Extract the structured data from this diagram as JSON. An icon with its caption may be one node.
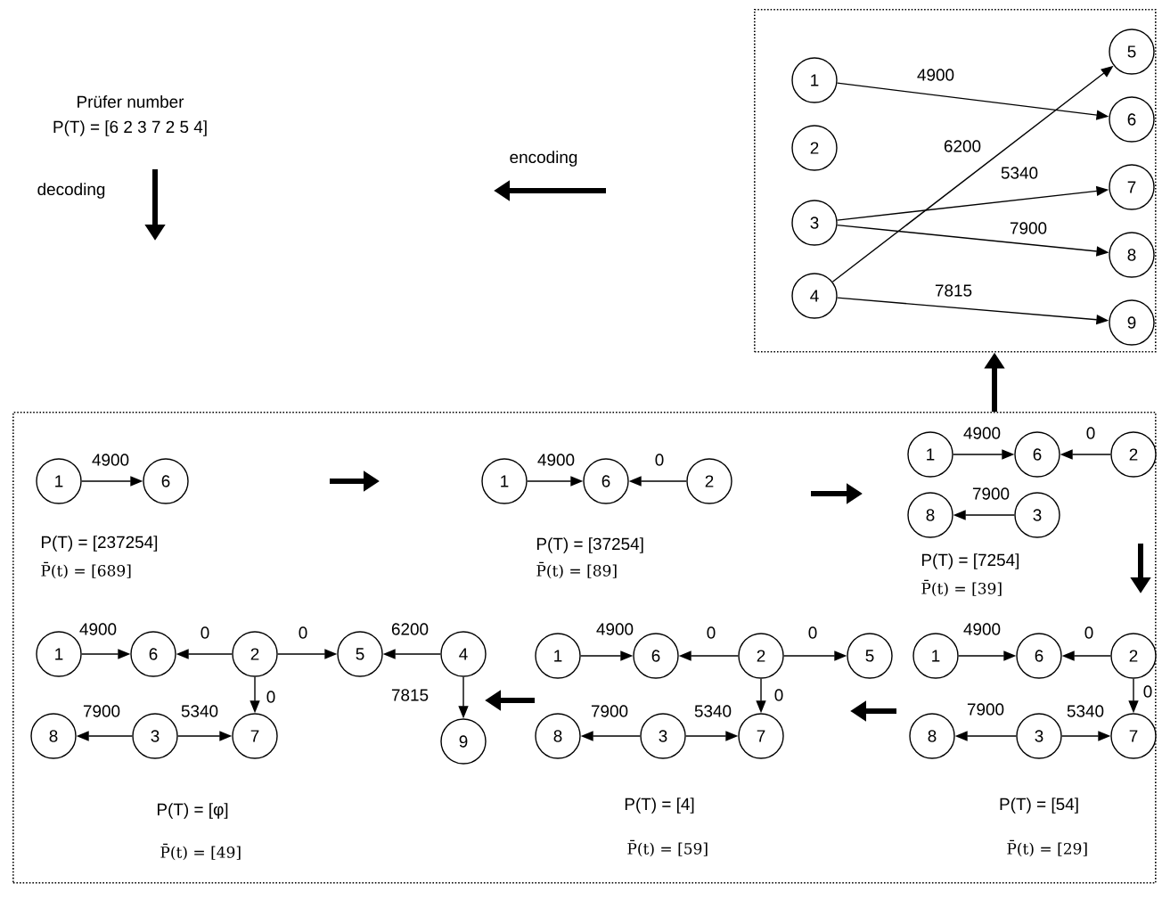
{
  "diagram": {
    "nodes": [
      {
        "text": [],
        "shape": "box"
      },
      {
        "text": [
          "1"
        ],
        "in": 0
      },
      {
        "text": [
          "2"
        ],
        "in": 0
      },
      {
        "text": [
          "3"
        ],
        "in": 0
      },
      {
        "text": [
          "4"
        ],
        "in": 0
      },
      {
        "text": [
          "5"
        ],
        "in": 0
      },
      {
        "text": [
          "6"
        ],
        "in": 0
      },
      {
        "text": [
          "7"
        ],
        "in": 0
      },
      {
        "text": [
          "8"
        ],
        "in": 0
      },
      {
        "text": [
          "9"
        ],
        "in": 0
      },
      {
        "text": [],
        "shape": "box"
      },
      {
        "text": [
          "1"
        ],
        "in": 10
      },
      {
        "text": [
          "6"
        ],
        "in": 10
      },
      {
        "text": [
          "1"
        ],
        "in": 10
      },
      {
        "text": [
          "6"
        ],
        "in": 10
      },
      {
        "text": [
          "2"
        ],
        "in": 10
      },
      {
        "text": [
          "1"
        ],
        "in": 10
      },
      {
        "text": [
          "6"
        ],
        "in": 10
      },
      {
        "text": [
          "2"
        ],
        "in": 10
      },
      {
        "text": [
          "8"
        ],
        "in": 10
      },
      {
        "text": [
          "3"
        ],
        "in": 10
      },
      {
        "text": [
          "1"
        ],
        "in": 10
      },
      {
        "text": [
          "6"
        ],
        "in": 10
      },
      {
        "text": [
          "2"
        ],
        "in": 10
      },
      {
        "text": [
          "8"
        ],
        "in": 10
      },
      {
        "text": [
          "3"
        ],
        "in": 10
      },
      {
        "text": [
          "7"
        ],
        "in": 10
      },
      {
        "text": [
          "1"
        ],
        "in": 10
      },
      {
        "text": [
          "6"
        ],
        "in": 10
      },
      {
        "text": [
          "2"
        ],
        "in": 10
      },
      {
        "text": [
          "5"
        ],
        "in": 10
      },
      {
        "text": [
          "8"
        ],
        "in": 10
      },
      {
        "text": [
          "3"
        ],
        "in": 10
      },
      {
        "text": [
          "7"
        ],
        "in": 10
      },
      {
        "text": [
          "1"
        ],
        "in": 10
      },
      {
        "text": [
          "6"
        ],
        "in": 10
      },
      {
        "text": [
          "2"
        ],
        "in": 10
      },
      {
        "text": [
          "5"
        ],
        "in": 10
      },
      {
        "text": [
          "4"
        ],
        "in": 10
      },
      {
        "text": [
          "8"
        ],
        "in": 10
      },
      {
        "text": [
          "3"
        ],
        "in": 10
      },
      {
        "text": [
          "7"
        ],
        "in": 10
      },
      {
        "text": [
          "9"
        ],
        "in": 10
      }
    ],
    "edges": [
      {
        "from": 1,
        "to": 6,
        "arrow": "to",
        "label": "4900"
      },
      {
        "from": 4,
        "to": 5,
        "arrow": "to",
        "label": "6200"
      },
      {
        "from": 3,
        "to": 7,
        "arrow": "to",
        "label": "5340"
      },
      {
        "from": 3,
        "to": 8,
        "arrow": "to",
        "label": "7900"
      },
      {
        "from": 4,
        "to": 9,
        "arrow": "to",
        "label": "7815"
      },
      {
        "from": 10,
        "to": 0,
        "arrow": "to",
        "style": "thick"
      },
      {
        "from": 11,
        "to": 12,
        "arrow": "to",
        "label": "4900"
      },
      {
        "from": 13,
        "to": 14,
        "arrow": "to",
        "label": "4900"
      },
      {
        "from": 15,
        "to": 14,
        "arrow": "to",
        "label": "0"
      },
      {
        "from": 16,
        "to": 17,
        "arrow": "to",
        "label": "4900"
      },
      {
        "from": 18,
        "to": 17,
        "arrow": "to",
        "label": "0"
      },
      {
        "from": 20,
        "to": 19,
        "arrow": "to",
        "label": "7900"
      },
      {
        "from": 21,
        "to": 22,
        "arrow": "to",
        "label": "4900"
      },
      {
        "from": 23,
        "to": 22,
        "arrow": "to",
        "label": "0"
      },
      {
        "from": 23,
        "to": 26,
        "arrow": "to",
        "label": "0"
      },
      {
        "from": 25,
        "to": 24,
        "arrow": "to",
        "label": "7900"
      },
      {
        "from": 25,
        "to": 26,
        "arrow": "to",
        "label": "5340"
      },
      {
        "from": 27,
        "to": 28,
        "arrow": "to",
        "label": "4900"
      },
      {
        "from": 29,
        "to": 28,
        "arrow": "to",
        "label": "0"
      },
      {
        "from": 29,
        "to": 30,
        "arrow": "to",
        "label": "0"
      },
      {
        "from": 29,
        "to": 33,
        "arrow": "to",
        "label": "0"
      },
      {
        "from": 32,
        "to": 31,
        "arrow": "to",
        "label": "7900"
      },
      {
        "from": 32,
        "to": 33,
        "arrow": "to",
        "label": "5340"
      },
      {
        "from": 34,
        "to": 35,
        "arrow": "to",
        "label": "4900"
      },
      {
        "from": 36,
        "to": 35,
        "arrow": "to",
        "label": "0"
      },
      {
        "from": 36,
        "to": 37,
        "arrow": "to",
        "label": "0"
      },
      {
        "from": 36,
        "to": 41,
        "arrow": "to",
        "label": "0"
      },
      {
        "from": 40,
        "to": 39,
        "arrow": "to",
        "label": "7900"
      },
      {
        "from": 40,
        "to": 41,
        "arrow": "to",
        "label": "5340"
      },
      {
        "from": 38,
        "to": 37,
        "arrow": "to",
        "label": "6200"
      },
      {
        "from": 38,
        "to": 42,
        "arrow": "to",
        "label": "7815"
      }
    ],
    "labels": [
      "Prüfer number",
      "P(T) = [6 2 3 7 2 5 4]",
      "decoding",
      "encoding",
      "P(T) = [237254]",
      "P̄(t) = [689]",
      "P(T) = [37254]",
      "P̄(t) = [89]",
      "P(T) = [7254]",
      "P̄(t) = [39]",
      "P(T) = [54]",
      "P̄(t) = [29]",
      "P(T) = [4]",
      "P̄(t) = [59]",
      "P(T) = [φ]",
      "P̄(t) = [49]"
    ]
  }
}
